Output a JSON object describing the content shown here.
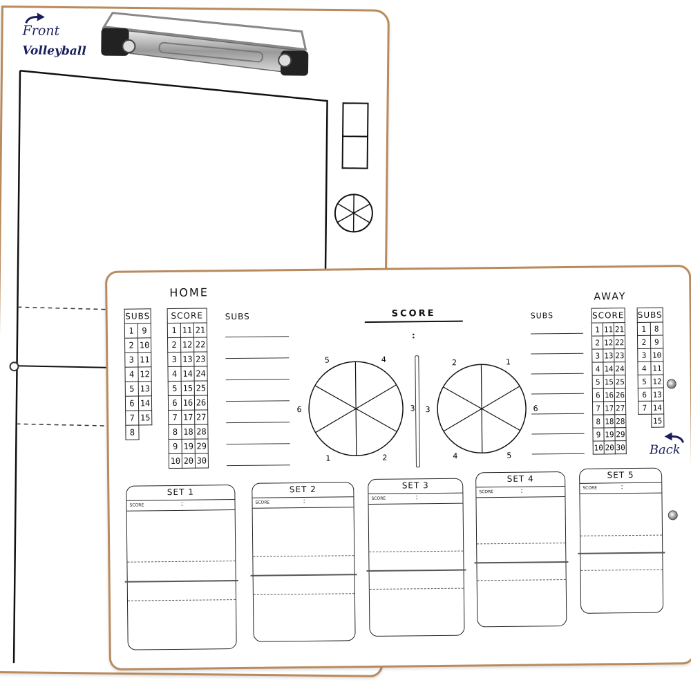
{
  "front": {
    "label": "Front",
    "title": "Volleyball"
  },
  "back": {
    "label": "Back",
    "home": "HOME",
    "away": "AWAY",
    "score_title": "SCORE",
    "subs_label": "SUBS",
    "score_label": "SCORE",
    "colon": ":",
    "home_subs": [
      [
        "1",
        "9"
      ],
      [
        "2",
        "10"
      ],
      [
        "3",
        "11"
      ],
      [
        "4",
        "12"
      ],
      [
        "5",
        "13"
      ],
      [
        "6",
        "14"
      ],
      [
        "7",
        "15"
      ],
      [
        "8",
        ""
      ]
    ],
    "home_score": [
      [
        "1",
        "11",
        "21"
      ],
      [
        "2",
        "12",
        "22"
      ],
      [
        "3",
        "13",
        "23"
      ],
      [
        "4",
        "14",
        "24"
      ],
      [
        "5",
        "15",
        "25"
      ],
      [
        "6",
        "16",
        "26"
      ],
      [
        "7",
        "17",
        "27"
      ],
      [
        "8",
        "18",
        "28"
      ],
      [
        "9",
        "19",
        "29"
      ],
      [
        "10",
        "20",
        "30"
      ]
    ],
    "away_subs": [
      [
        "1",
        "8"
      ],
      [
        "2",
        "9"
      ],
      [
        "3",
        "10"
      ],
      [
        "4",
        "11"
      ],
      [
        "5",
        "12"
      ],
      [
        "6",
        "13"
      ],
      [
        "7",
        "14"
      ],
      [
        "",
        "15"
      ]
    ],
    "away_score": [
      [
        "1",
        "11",
        "21"
      ],
      [
        "2",
        "12",
        "22"
      ],
      [
        "3",
        "13",
        "23"
      ],
      [
        "4",
        "14",
        "24"
      ],
      [
        "5",
        "15",
        "25"
      ],
      [
        "6",
        "16",
        "26"
      ],
      [
        "7",
        "17",
        "27"
      ],
      [
        "8",
        "18",
        "28"
      ],
      [
        "9",
        "19",
        "29"
      ],
      [
        "10",
        "20",
        "30"
      ]
    ],
    "left_wheel_numbers": [
      "5",
      "4",
      "6",
      "3",
      "1",
      "2"
    ],
    "right_wheel_numbers": [
      "2",
      "1",
      "3",
      "6",
      "4",
      "5"
    ],
    "sets": [
      {
        "title": "SET 1",
        "score": "SCORE"
      },
      {
        "title": "SET 2",
        "score": "SCORE"
      },
      {
        "title": "SET 3",
        "score": "SCORE"
      },
      {
        "title": "SET 4",
        "score": "SCORE"
      },
      {
        "title": "SET 5",
        "score": "SCORE"
      }
    ]
  },
  "colors": {
    "frame": "#b98a5e",
    "ink": "#1a1f5c",
    "line": "#222222"
  },
  "icons": [
    "arrow-right-icon",
    "arrow-left-icon",
    "clip-icon",
    "rotation-wheel-icon",
    "screw-icon"
  ]
}
